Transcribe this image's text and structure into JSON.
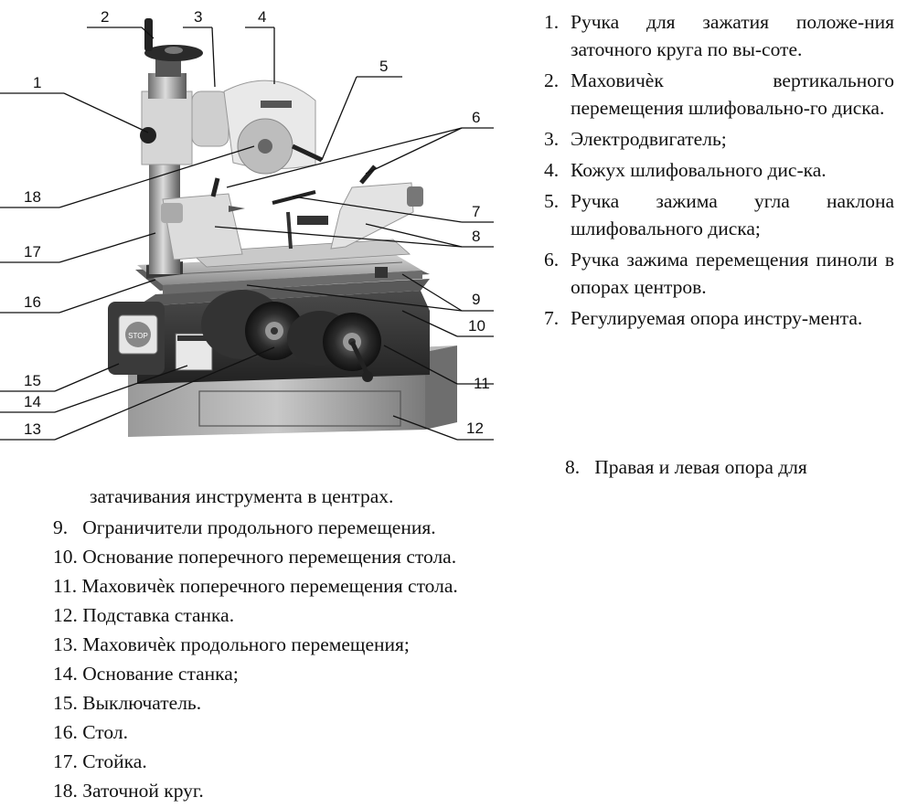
{
  "callouts": [
    "1",
    "2",
    "3",
    "4",
    "5",
    "6",
    "7",
    "8",
    "9",
    "10",
    "11",
    "12",
    "13",
    "14",
    "15",
    "16",
    "17",
    "18"
  ],
  "right_items": [
    {
      "num": "1.",
      "text": "Ручка для зажатия положе-ния заточного круга по вы-соте."
    },
    {
      "num": "2.",
      "text": "Маховичѐк вертикального перемещения шлифовально-го диска."
    },
    {
      "num": "3.",
      "text": "Электродвигатель;"
    },
    {
      "num": "4.",
      "text": "Кожух шлифовального дис-ка."
    },
    {
      "num": "5.",
      "text": "Ручка зажима угла наклона шлифовального диска;"
    },
    {
      "num": "6.",
      "text": "Ручка зажима перемещения пиноли в опорах центров."
    },
    {
      "num": "7.",
      "text": "Регулируемая опора инстру-мента."
    }
  ],
  "item8": {
    "num": "8.",
    "line1": "Правая и левая опора для",
    "line2": "затачивания инструмента в центрах."
  },
  "bottom_items": [
    "9.   Ограничители продольного перемещения.",
    "10. Основание поперечного перемещения стола.",
    "11. Маховичѐк поперечного перемещения стола.",
    "12. Подставка станка.",
    "13. Маховичѐк продольного перемещения;",
    "14. Основание станка;",
    "15. Выключатель.",
    "16. Стол.",
    "17. Стойка.",
    "18. Заточной круг."
  ],
  "machine": {
    "switch_label": "STOP"
  }
}
